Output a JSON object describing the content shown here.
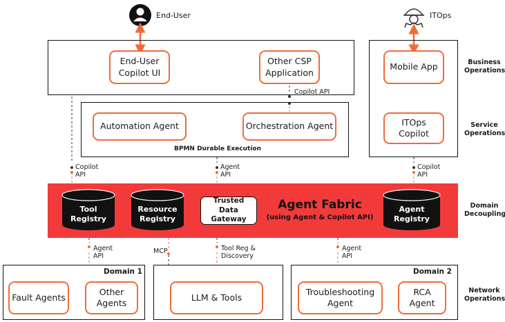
{
  "actors": {
    "end_user": "End-User",
    "itops": "ITOps"
  },
  "layers": {
    "business": "Business Operations",
    "service": "Service Operations",
    "domain": "Domain Decoupling",
    "network": "Network Operations"
  },
  "business": {
    "end_user_copilot_ui": "End-User Copilot UI",
    "other_csp_app": "Other CSP Application",
    "mobile_app": "Mobile App"
  },
  "service": {
    "automation_agent": "Automation Agent",
    "orchestration_agent": "Orchestration Agent",
    "bpmn": "BPMN Durable Execution",
    "itops_copilot": "ITOps Copilot"
  },
  "fabric": {
    "title": "Agent Fabric",
    "subtitle": "(using Agent & Copilot API)",
    "tool_registry": "Tool Registry",
    "resource_registry": "Resource Registry",
    "trusted_data_gateway": "Trusted Data Gateway",
    "agent_registry": "Agent Registry"
  },
  "connectors": {
    "copilot_api": "Copilot API",
    "agent_api": "Agent API",
    "mcp": "MCP",
    "tool_reg": "Tool Reg & Discovery"
  },
  "domains": {
    "domain1_title": "Domain 1",
    "fault_agents": "Fault Agents",
    "other_agents": "Other Agents",
    "llm_tools": "LLM & Tools",
    "domain2_title": "Domain 2",
    "troubleshooting_agent": "Troubleshooting Agent",
    "rca_agent": "RCA Agent"
  },
  "colors": {
    "accent": "#f26a3a",
    "fabric_red": "#f23a3a",
    "dark": "#111111"
  }
}
